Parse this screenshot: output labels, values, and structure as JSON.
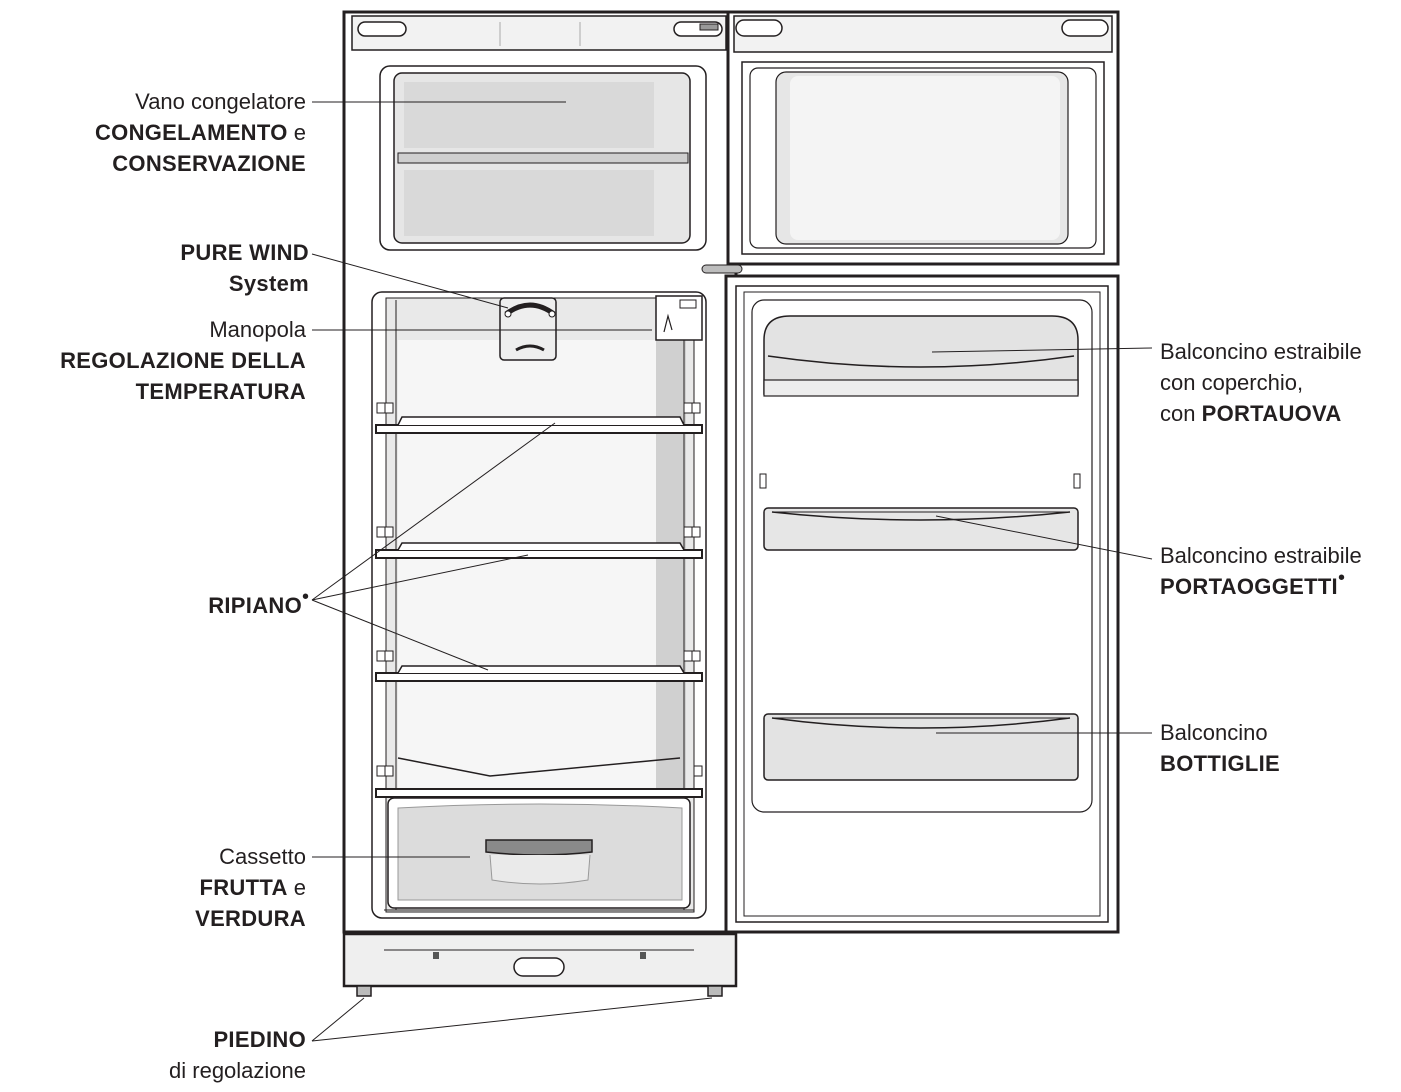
{
  "labels": {
    "freezer": {
      "line1": "Vano congelatore",
      "line2_bold": "CONGELAMENTO",
      "line2_rest": " e",
      "line3_bold": "CONSERVAZIONE"
    },
    "pure_wind": {
      "line1_bold": "PURE WIND",
      "line2_bold": "System"
    },
    "knob": {
      "line1": "Manopola",
      "line2_bold": "REGOLAZIONE DELLA",
      "line3_bold": "TEMPERATURA"
    },
    "shelf": {
      "text_bold": "RIPIANO",
      "mark": "•"
    },
    "crisper": {
      "line1": "Cassetto",
      "line2_bold": "FRUTTA",
      "line2_rest": " e",
      "line3_bold": "VERDURA"
    },
    "foot": {
      "line1_bold": "PIEDINO",
      "line2": "di regolazione"
    },
    "egg_shelf": {
      "line1": "Balconcino estraibile",
      "line2": "con coperchio,",
      "line3_rest": "con ",
      "line3_bold": "PORTAUOVA"
    },
    "door_shelf": {
      "line1": "Balconcino estraibile",
      "line2_bold": "PORTAOGGETTI",
      "mark": "•"
    },
    "bottle_shelf": {
      "line1": "Balconcino",
      "line2_bold": "BOTTIGLIE"
    }
  },
  "colors": {
    "outline": "#231f20",
    "interior": "#e6e6e6",
    "shade": "#d4d4d4",
    "white": "#ffffff"
  }
}
